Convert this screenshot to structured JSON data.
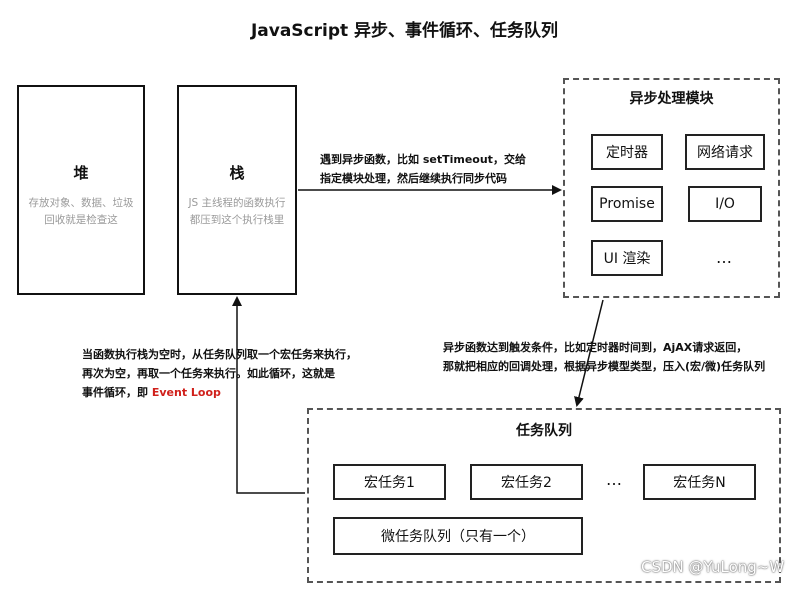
{
  "title": "JavaScript 异步、事件循环、任务队列",
  "heap": {
    "label": "堆",
    "desc": "存放对象、数据、垃圾回收就是检查这"
  },
  "stack": {
    "label": "栈",
    "desc": "JS 主线程的函数执行都压到这个执行栈里"
  },
  "async_module": {
    "title": "异步处理模块",
    "items": [
      "定时器",
      "网络请求",
      "Promise",
      "I/O",
      "UI 渲染"
    ],
    "ellipsis": "…"
  },
  "task_queue": {
    "title": "任务队列",
    "macro_tasks": [
      "宏任务1",
      "宏任务2",
      "宏任务N"
    ],
    "ellipsis": "…",
    "micro_queue": "微任务队列（只有一个）"
  },
  "notes": {
    "stack_to_async": [
      "遇到异步函数，比如 setTimeout，交给",
      "指定模块处理，然后继续执行同步代码"
    ],
    "async_to_queue": [
      "异步函数达到触发条件，比如定时器时间到，AjAX请求返回，",
      "那就把相应的回调处理，根据异步模型类型，压入(宏/微)任务队列"
    ],
    "loop_line1": "当函数执行栈为空时，从任务队列取一个宏任务来执行，",
    "loop_line2": "再次为空，再取一个任务来执行。如此循环，这就是",
    "loop_line3_prefix": "事件循环，即 ",
    "loop_line3_highlight": "Event Loop"
  },
  "colors": {
    "highlight": "#d0201b",
    "border": "#111111",
    "dashed": "#555555",
    "muted": "#9a9a9a"
  },
  "watermark": "CSDN @YuLong~W"
}
